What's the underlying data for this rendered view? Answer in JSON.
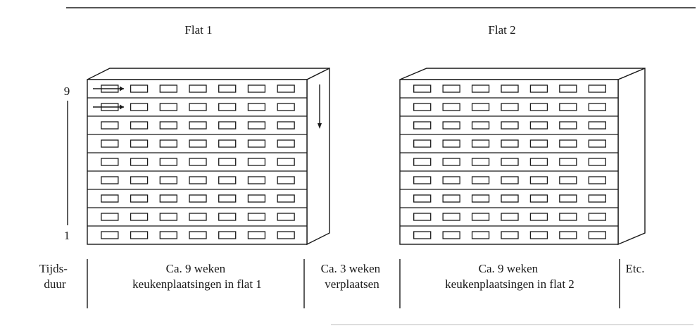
{
  "flats": [
    {
      "title": "Flat 1",
      "floors": 9,
      "drawers_per_floor": 7,
      "moving_arrows_floors": [
        9,
        8
      ]
    },
    {
      "title": "Flat 2",
      "floors": 9,
      "drawers_per_floor": 7
    }
  ],
  "axis": {
    "top_label": "9",
    "bottom_label": "1"
  },
  "timeline": [
    {
      "lines": [
        "Tijds-",
        "duur"
      ]
    },
    {
      "lines": [
        "Ca. 9 weken",
        "keukenplaatsingen in flat 1"
      ]
    },
    {
      "lines": [
        "Ca. 3 weken",
        "verplaatsen"
      ]
    },
    {
      "lines": [
        "Ca. 9 weken",
        "keukenplaatsingen in flat 2"
      ]
    },
    {
      "lines": [
        "Etc."
      ]
    }
  ],
  "colors": {
    "ink": "#1a1a1a",
    "rule": "#555555",
    "faint_rule": "#dddddd"
  }
}
